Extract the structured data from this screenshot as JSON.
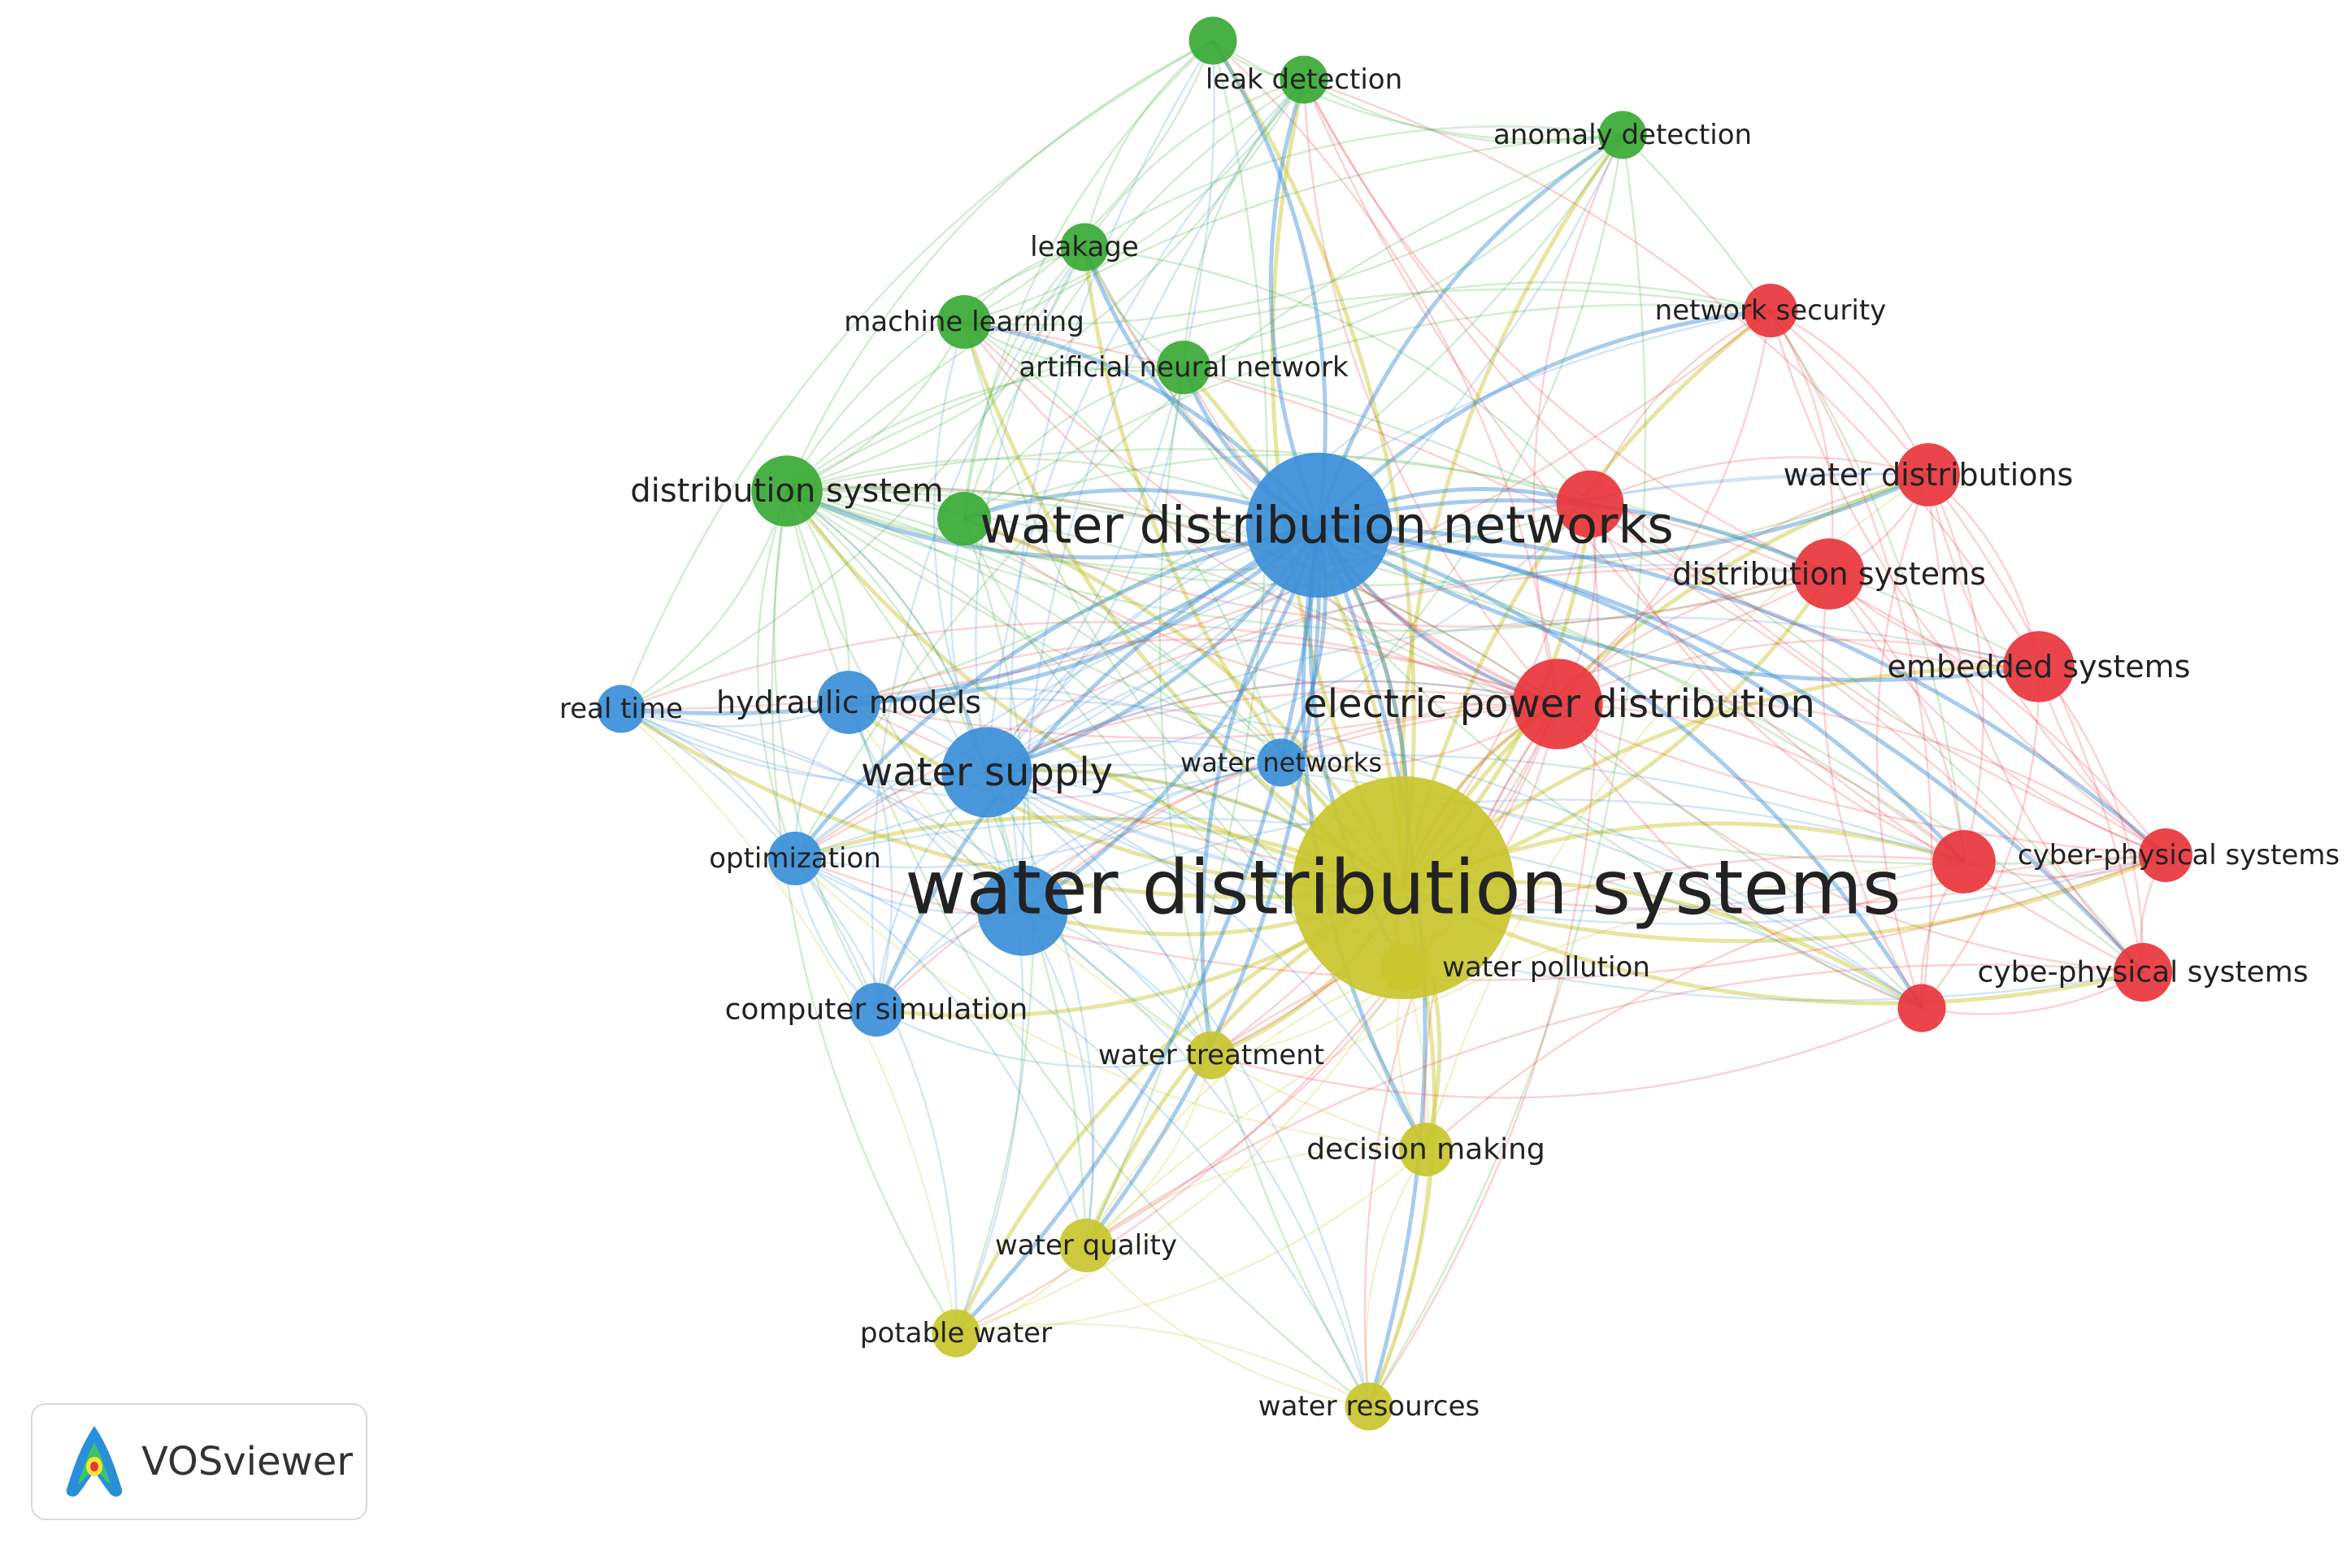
{
  "app": {
    "brand": "VOSviewer"
  },
  "clusters": [
    {
      "id": "green",
      "color": "#3aa935"
    },
    {
      "id": "blue",
      "color": "#3b8fd8"
    },
    {
      "id": "red",
      "color": "#e8353c"
    },
    {
      "id": "yellow",
      "color": "#c9c62e"
    }
  ],
  "nodes": [
    {
      "id": "leak",
      "label": "leak detection",
      "cluster": "green",
      "weight": 3
    },
    {
      "id": "leakdot",
      "label": "",
      "cluster": "green",
      "weight": 3
    },
    {
      "id": "anomaly",
      "label": "anomaly detection",
      "cluster": "green",
      "weight": 3
    },
    {
      "id": "leakage",
      "label": "leakage",
      "cluster": "green",
      "weight": 3
    },
    {
      "id": "ml",
      "label": "machine learning",
      "cluster": "green",
      "weight": 4
    },
    {
      "id": "ann",
      "label": "artificial neural network",
      "cluster": "green",
      "weight": 4
    },
    {
      "id": "distsys",
      "label": "distribution system",
      "cluster": "green",
      "weight": 8
    },
    {
      "id": "gdot",
      "label": "",
      "cluster": "green",
      "weight": 4
    },
    {
      "id": "wdn",
      "label": "water distribution networks",
      "cluster": "blue",
      "weight": 40
    },
    {
      "id": "realtime",
      "label": "real time",
      "cluster": "blue",
      "weight": 3
    },
    {
      "id": "hydraulic",
      "label": "hydraulic models",
      "cluster": "blue",
      "weight": 6
    },
    {
      "id": "supply",
      "label": "water supply",
      "cluster": "blue",
      "weight": 14
    },
    {
      "id": "optim",
      "label": "optimization",
      "cluster": "blue",
      "weight": 4
    },
    {
      "id": "bdot",
      "label": "",
      "cluster": "blue",
      "weight": 14
    },
    {
      "id": "compsim",
      "label": "computer simulation",
      "cluster": "blue",
      "weight": 4
    },
    {
      "id": "netsec",
      "label": "network security",
      "cluster": "red",
      "weight": 4
    },
    {
      "id": "rdot1",
      "label": "",
      "cluster": "red",
      "weight": 7
    },
    {
      "id": "wdist",
      "label": "water distributions",
      "cluster": "red",
      "weight": 6
    },
    {
      "id": "distsys2",
      "label": "distribution systems",
      "cluster": "red",
      "weight": 8
    },
    {
      "id": "embedded",
      "label": "embedded systems",
      "cluster": "red",
      "weight": 8
    },
    {
      "id": "epd",
      "label": "electric power distribution",
      "cluster": "red",
      "weight": 14
    },
    {
      "id": "rdot2",
      "label": "",
      "cluster": "red",
      "weight": 6
    },
    {
      "id": "cps",
      "label": "cyber-physical systems",
      "cluster": "red",
      "weight": 4
    },
    {
      "id": "cybe",
      "label": "cybe-physical systems",
      "cluster": "red",
      "weight": 5
    },
    {
      "id": "rdot3",
      "label": "",
      "cluster": "red",
      "weight": 3
    },
    {
      "id": "wns",
      "label": "water networks",
      "cluster": "blue",
      "weight": 3
    },
    {
      "id": "wds",
      "label": "water distribution systems",
      "cluster": "yellow",
      "weight": 100
    },
    {
      "id": "pollution",
      "label": "water pollution",
      "cluster": "yellow",
      "weight": 3
    },
    {
      "id": "treatment",
      "label": "water treatment",
      "cluster": "yellow",
      "weight": 3
    },
    {
      "id": "decision",
      "label": "decision making",
      "cluster": "yellow",
      "weight": 4
    },
    {
      "id": "quality",
      "label": "water quality",
      "cluster": "yellow",
      "weight": 4
    },
    {
      "id": "potable",
      "label": "potable water",
      "cluster": "yellow",
      "weight": 3
    },
    {
      "id": "resources",
      "label": "water resources",
      "cluster": "yellow",
      "weight": 3
    }
  ]
}
